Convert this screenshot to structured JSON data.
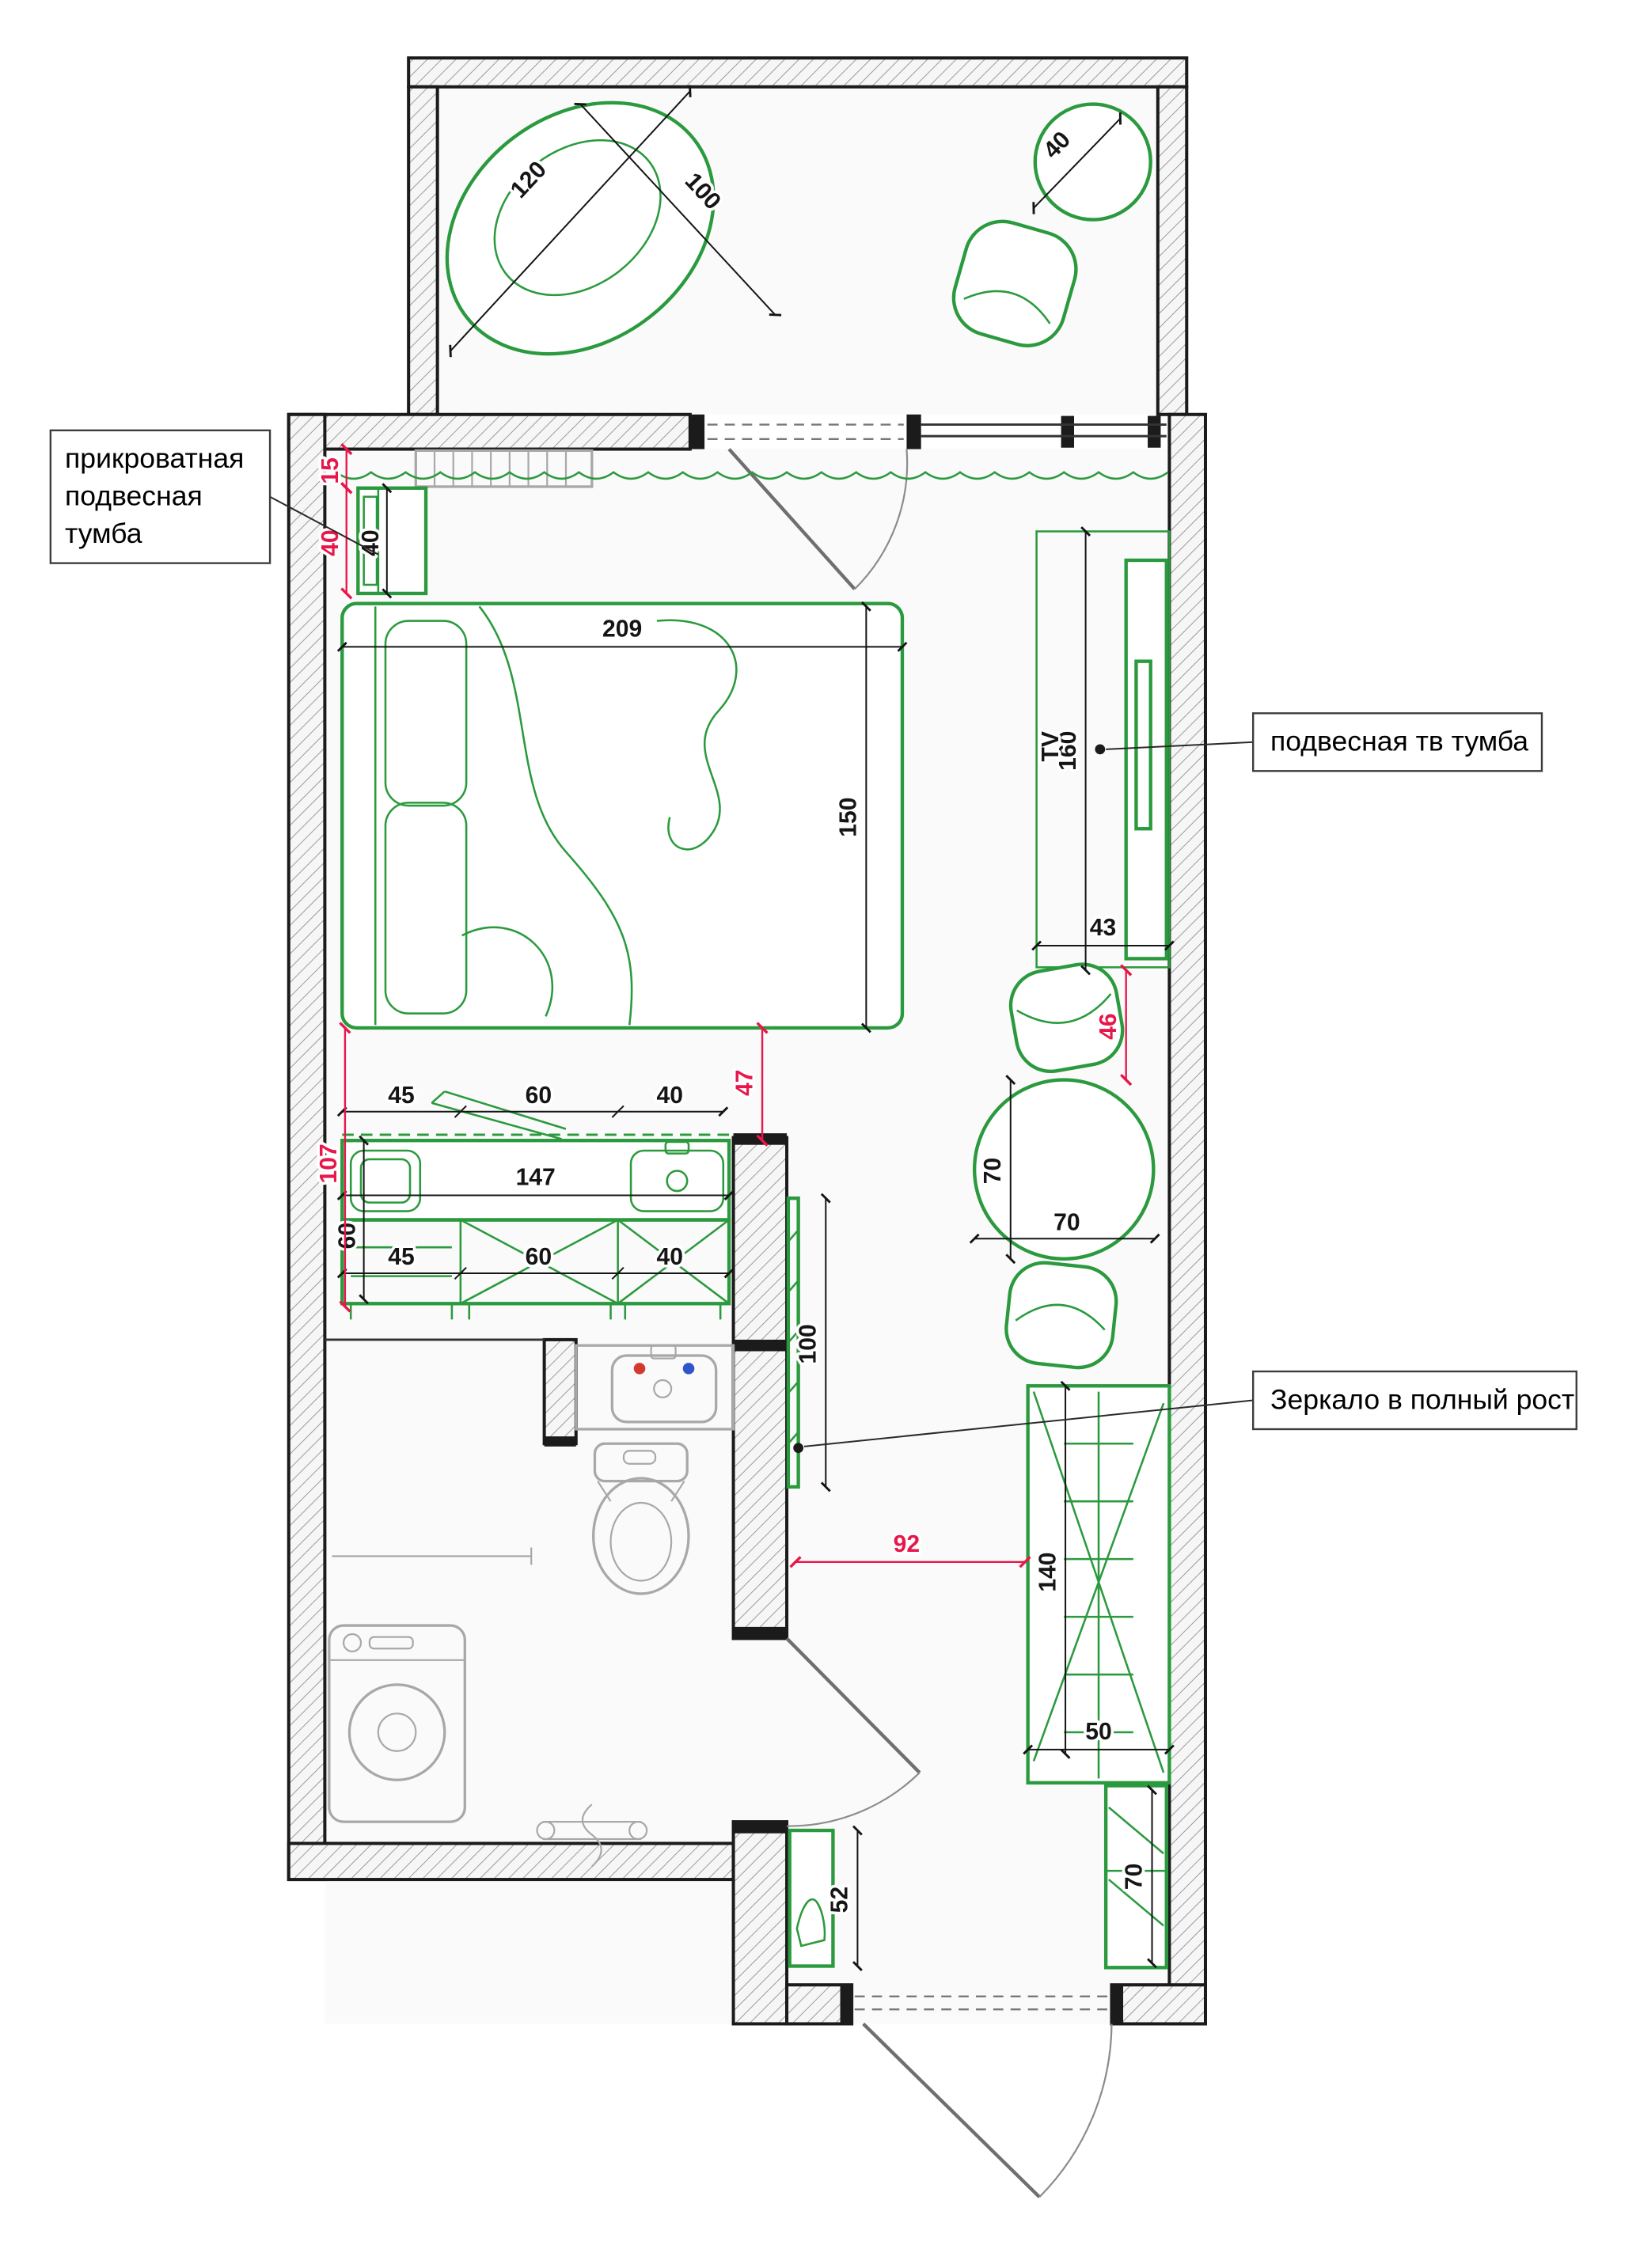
{
  "plan": {
    "type": "studio-apartment-floor-plan",
    "colors": {
      "furniture_green": "#2b9a3e",
      "dimension_red": "#e8174b",
      "wall_black": "#1b1b1b",
      "fixture_gray": "#a8a8a8"
    }
  },
  "callouts": {
    "bedside": {
      "line1": "прикроватная",
      "line2": "подвесная",
      "line3": "тумба"
    },
    "tv": {
      "text": "подвесная тв тумба"
    },
    "mirror": {
      "text": "Зеркало в полный рост"
    }
  },
  "dims": {
    "black": {
      "lounger_l": "120",
      "lounger_w": "100",
      "balcony_table_d": "40",
      "bedside_w": "40",
      "bed_l": "209",
      "bed_w": "150",
      "tv_label": "TV",
      "tv_len": "160",
      "tv_depth": "43",
      "kt1": "45",
      "kt2": "60",
      "kt3": "40",
      "k_total": "147",
      "k_depth": "60",
      "kb1": "45",
      "kb2": "60",
      "kb3": "40",
      "table_w": "70",
      "table_h": "70",
      "mirror_h": "100",
      "wardrobe_l": "140",
      "wardrobe_d": "50",
      "bench_l": "52",
      "shoe_h": "70"
    },
    "red": {
      "gap_top": "15",
      "bedside_w": "40",
      "pass_bed": "47",
      "pass_kitchen": "107",
      "pass_tv": "46",
      "hall_clear": "92"
    }
  }
}
